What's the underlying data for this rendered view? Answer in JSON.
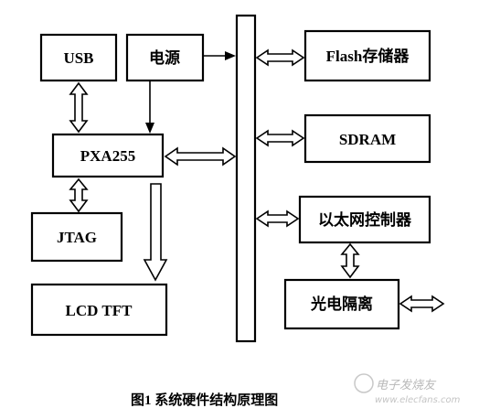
{
  "diagram": {
    "blocks": {
      "usb": "USB",
      "power": "电源",
      "cpu": "PXA255",
      "jtag": "JTAG",
      "lcd": "LCD TFT",
      "flash": "Flash存储器",
      "sdram": "SDRAM",
      "ethernet": "以太网控制器",
      "isolation": "光电隔离"
    },
    "caption": "图1   系统硬件结构原理图",
    "watermark": {
      "logo_text": "电子发烧友",
      "url": "www.elecfans.com"
    }
  }
}
